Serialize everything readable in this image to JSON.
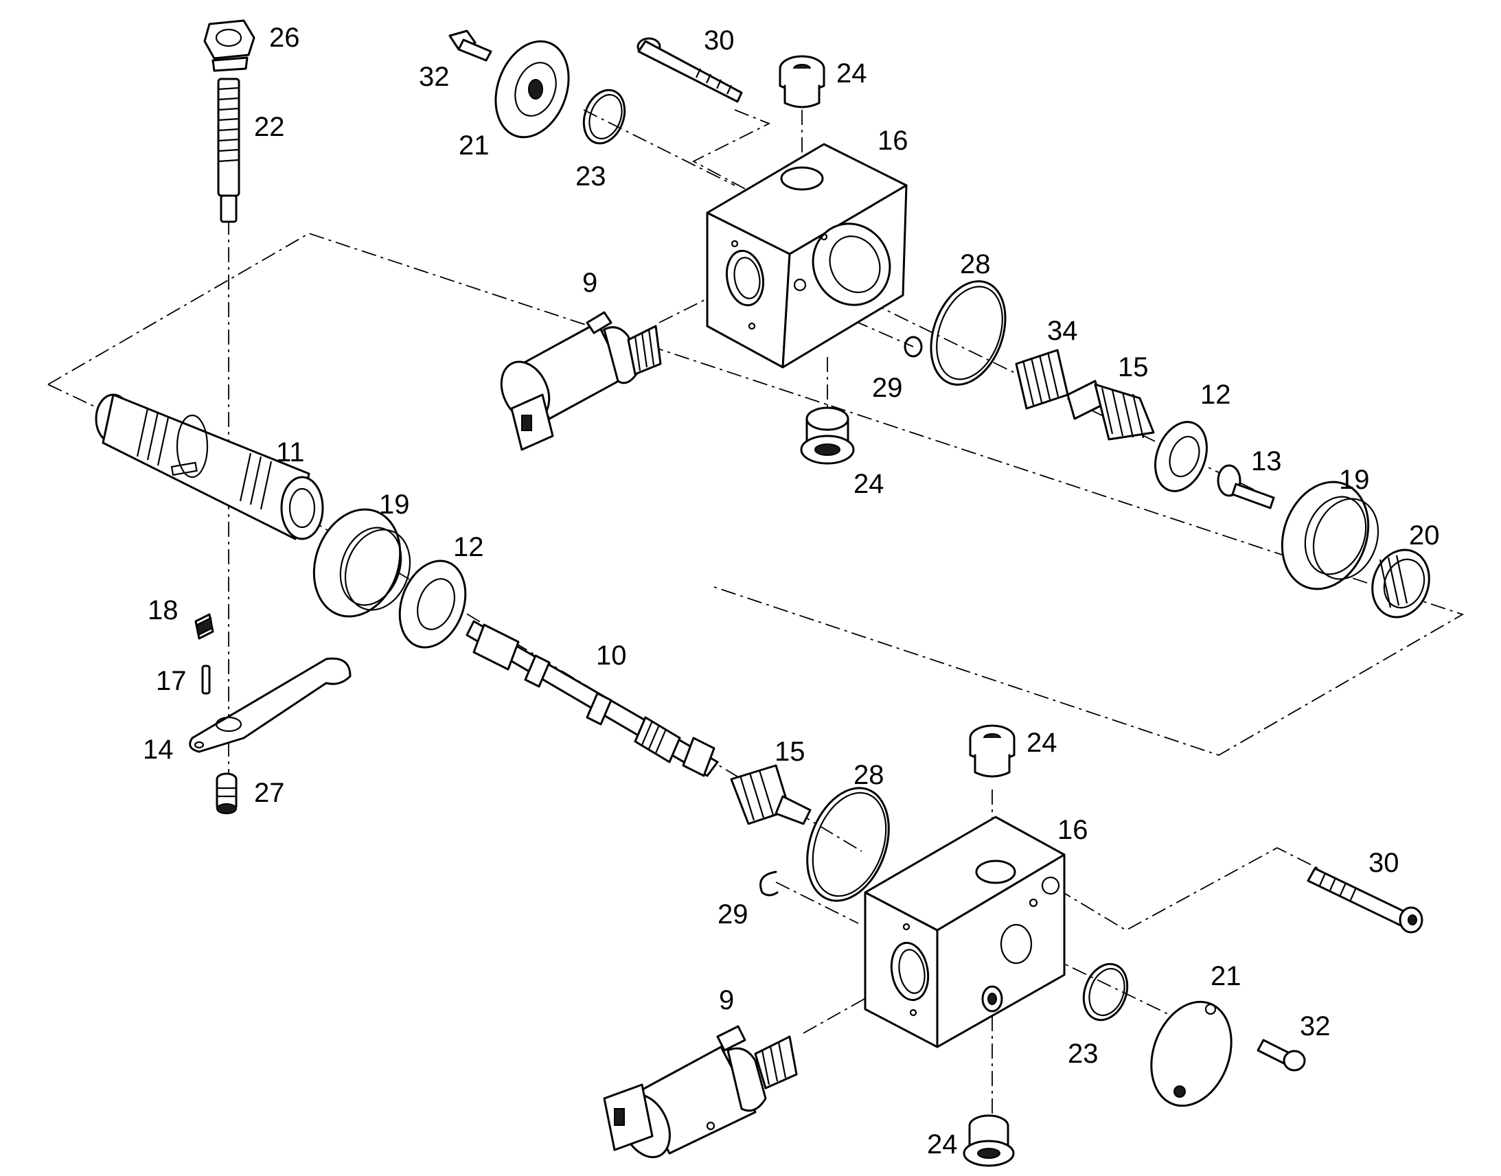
{
  "labels": [
    "26",
    "22",
    "32",
    "21",
    "23",
    "30",
    "24",
    "16",
    "9",
    "28",
    "34",
    "15",
    "12",
    "13",
    "19",
    "20",
    "29",
    "24",
    "11",
    "19",
    "12",
    "18",
    "17",
    "14",
    "27",
    "10",
    "15",
    "28",
    "24",
    "16",
    "29",
    "30",
    "9",
    "23",
    "21",
    "32",
    "24"
  ]
}
